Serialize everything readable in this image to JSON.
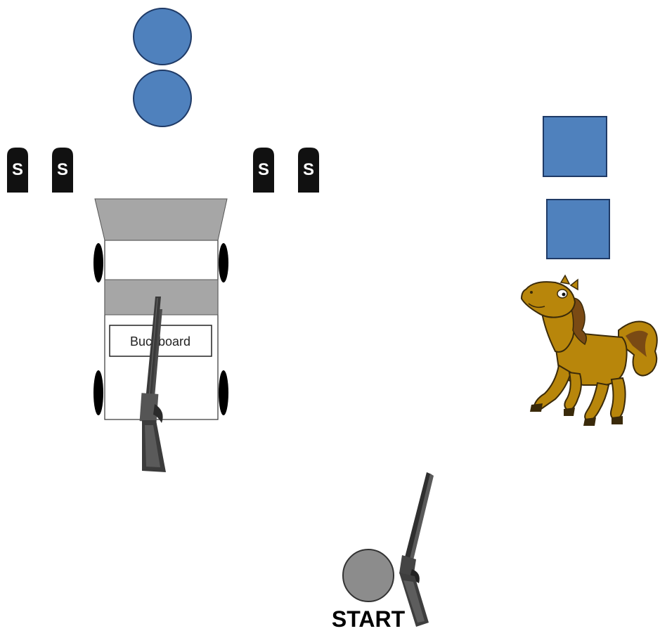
{
  "stage": {
    "cart_label": "Buckboard",
    "start_label": "START",
    "target_glyph": "S"
  },
  "colors": {
    "steel_target": "#4f81bd",
    "steel_outline": "#1f3a66",
    "start_marker": "#8c8c8c",
    "cart_gray": "#a6a6a6",
    "horse_body": "#b8860b",
    "horse_mane": "#7a4a14"
  },
  "icons": {
    "round_target": "circle-target-icon",
    "square_target": "square-target-icon",
    "tombstone_target": "tombstone-target-icon",
    "rifle": "rifle-icon",
    "shotgun": "shotgun-icon",
    "horse": "horse-icon",
    "start_marker": "start-marker-icon"
  }
}
